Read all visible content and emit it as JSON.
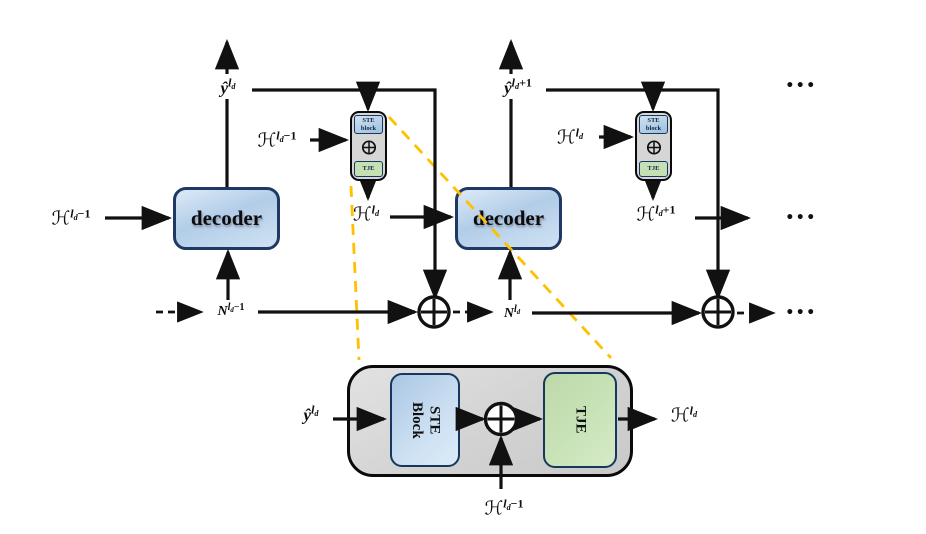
{
  "figure": {
    "description": "Recurrent decoder chain with STE Block + TJE fusion module, with zoom-in callout of the module",
    "colors": {
      "line_black": "#111111",
      "callout_yellow": "#FFC000",
      "box_blue_fill": "#bdd7ee",
      "box_green_fill": "#c5e0b4",
      "box_border_navy": "#17375e",
      "decoder_border_navy": "#1f3864",
      "module_gray_fill": "#d6d6d6"
    }
  },
  "decoder": {
    "label": "decoder"
  },
  "module": {
    "ste_small": "STE\nblock",
    "tje_small": "TJE",
    "ste_large": "STE\nBlock",
    "tje_large": "TJE"
  },
  "misc": {
    "ellipsis": "•••"
  },
  "math": {
    "y_cur": {
      "base": "ŷ",
      "exp": "l",
      "expsub": "d",
      "tail": ""
    },
    "y_next": {
      "base": "ŷ",
      "exp": "l",
      "expsub": "d",
      "tail": "+1"
    },
    "h_prev": {
      "base": "ℋ",
      "exp": "l",
      "expsub": "d",
      "tail": "−1"
    },
    "h_cur": {
      "base": "ℋ",
      "exp": "l",
      "expsub": "d",
      "tail": ""
    },
    "h_next": {
      "base": "ℋ",
      "exp": "l",
      "expsub": "d",
      "tail": "+1"
    },
    "n_prev": {
      "base": "N",
      "exp": "l",
      "expsub": "d",
      "tail": "−1"
    },
    "n_cur": {
      "base": "N",
      "exp": "l",
      "expsub": "d",
      "tail": ""
    }
  }
}
